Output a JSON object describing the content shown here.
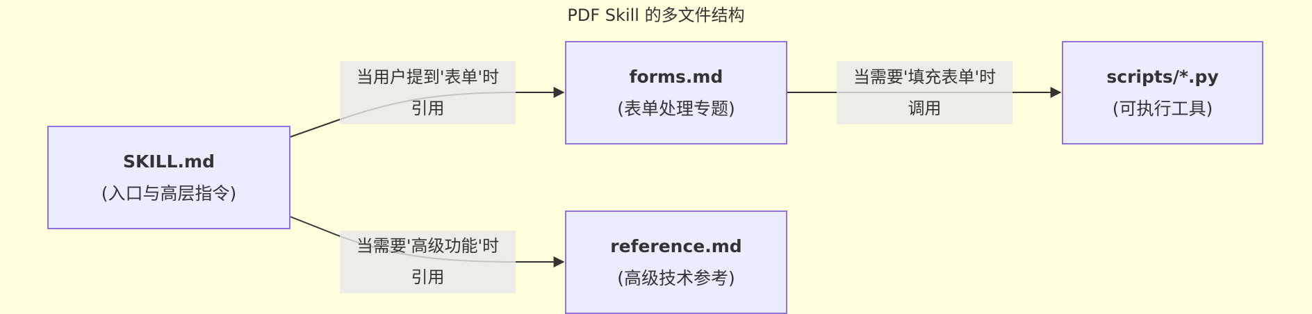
{
  "title": "PDF Skill 的多文件结构",
  "nodes": {
    "skill": {
      "name": "SKILL.md",
      "desc": "(入口与高层指令)"
    },
    "forms": {
      "name": "forms.md",
      "desc": "(表单处理专题)"
    },
    "reference": {
      "name": "reference.md",
      "desc": "(高级技术参考)"
    },
    "scripts": {
      "name": "scripts/*.py",
      "desc": "(可执行工具)"
    }
  },
  "edges": {
    "skill_forms": {
      "line1": "当用户提到'表单'时",
      "line2": "引用"
    },
    "skill_reference": {
      "line1": "当需要'高级功能'时",
      "line2": "引用"
    },
    "forms_scripts": {
      "line1": "当需要'填充表单'时",
      "line2": "调用"
    }
  },
  "colors": {
    "background": "#ffffde",
    "node_fill": "#ececff",
    "node_stroke": "#9370db",
    "edge": "#333333",
    "label_bg": "#e8e8e8"
  }
}
